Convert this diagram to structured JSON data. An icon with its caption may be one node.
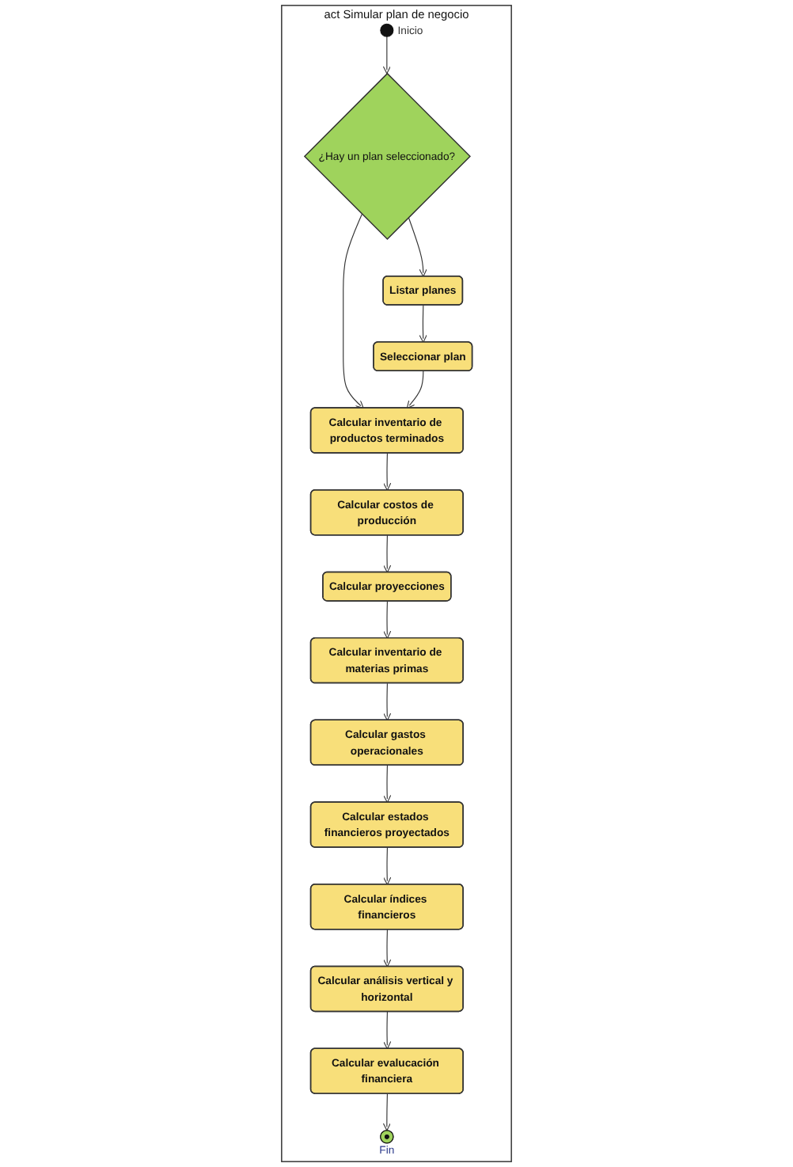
{
  "diagram": {
    "nodes": [
      {
        "text": [
          "act Simular plan de negocio"
        ]
      },
      {
        "text": [],
        "shape": "circle",
        "beside": [
          "Inicio"
        ],
        "in": 0
      },
      {
        "text": [
          "¿Hay un plan seleccionado?"
        ],
        "in": 0
      },
      {
        "text": [
          "Listar planes"
        ],
        "in": 0
      },
      {
        "text": [
          "Seleccionar plan"
        ],
        "in": 0
      },
      {
        "text": [
          "Calcular inventario de productos terminados"
        ],
        "in": 0
      },
      {
        "text": [
          "Calcular costos de producción"
        ],
        "in": 0
      },
      {
        "text": [
          "Calcular proyecciones"
        ],
        "in": 0
      },
      {
        "text": [
          "Calcular inventario de materias primas"
        ],
        "in": 0
      },
      {
        "text": [
          "Calcular gastos operacionales"
        ],
        "in": 0
      },
      {
        "text": [
          "Calcular estados financieros proyectados"
        ],
        "in": 0
      },
      {
        "text": [
          "Calcular índices financieros"
        ],
        "in": 0
      },
      {
        "text": [
          "Calcular análisis vertical y horizontal"
        ],
        "in": 0
      },
      {
        "text": [
          "Calcular evalucación financiera"
        ],
        "in": 0
      },
      {
        "text": [],
        "shape": "circle",
        "beside": [
          "Fin"
        ],
        "in": 0
      }
    ],
    "edges": [
      {
        "from": 1,
        "to": 2,
        "arrow": "to"
      },
      {
        "from": 2,
        "to": 5,
        "arrow": "to"
      },
      {
        "from": 2,
        "to": 3,
        "arrow": "to"
      },
      {
        "from": 3,
        "to": 4,
        "arrow": "to"
      },
      {
        "from": 4,
        "to": 5,
        "arrow": "to"
      },
      {
        "from": 5,
        "to": 6,
        "arrow": "to"
      },
      {
        "from": 6,
        "to": 7,
        "arrow": "to"
      },
      {
        "from": 7,
        "to": 8,
        "arrow": "to"
      },
      {
        "from": 8,
        "to": 9,
        "arrow": "to"
      },
      {
        "from": 9,
        "to": 10,
        "arrow": "to"
      },
      {
        "from": 10,
        "to": 11,
        "arrow": "to"
      },
      {
        "from": 11,
        "to": 12,
        "arrow": "to"
      },
      {
        "from": 12,
        "to": 13,
        "arrow": "to"
      },
      {
        "from": 13,
        "to": 14,
        "arrow": "to"
      }
    ]
  }
}
